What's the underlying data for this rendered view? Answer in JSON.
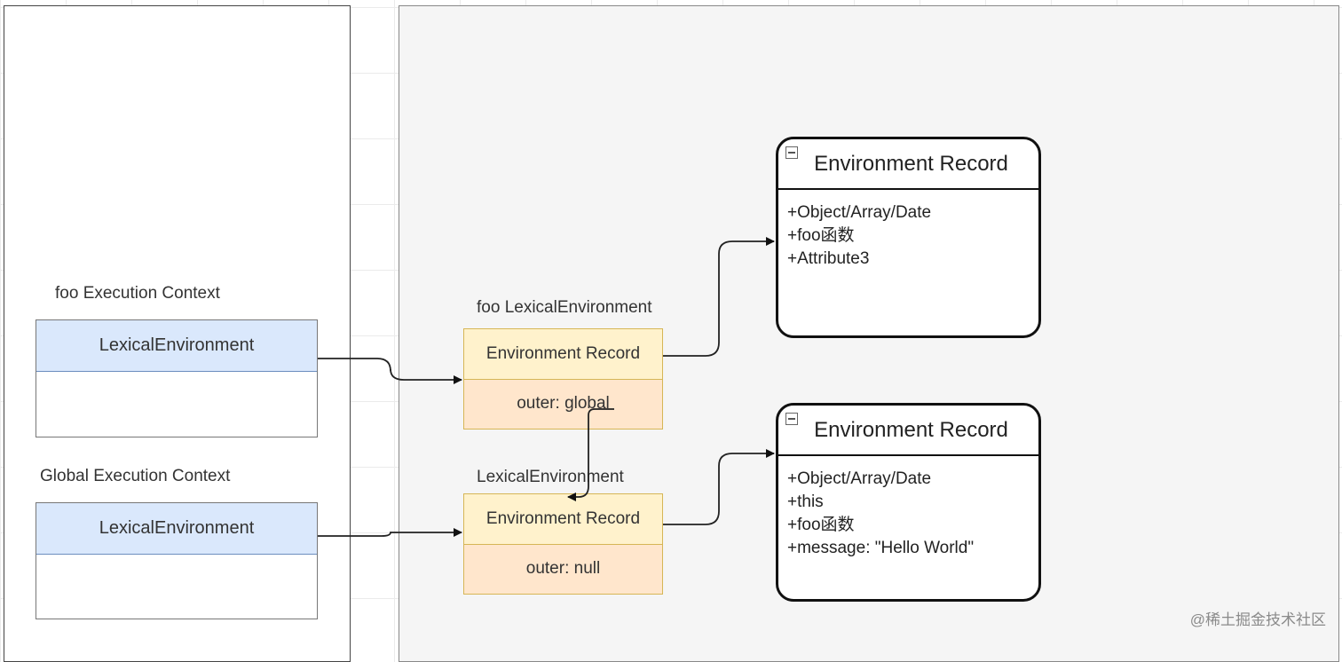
{
  "left_panel": {
    "foo_context": {
      "label": "foo Execution Context",
      "lexical_environment": "LexicalEnvironment"
    },
    "global_context": {
      "label": "Global Execution Context",
      "lexical_environment": "LexicalEnvironment"
    }
  },
  "right_panel": {
    "foo_lexical_environment": {
      "label": "foo LexicalEnvironment",
      "record": "Environment Record",
      "outer": "outer: global"
    },
    "global_lexical_environment": {
      "label": "LexicalEnvironment",
      "record": "Environment Record",
      "outer": "outer: null"
    },
    "foo_environment_record": {
      "title": "Environment Record",
      "items": [
        "+Object/Array/Date",
        "+foo函数",
        "+Attribute3"
      ]
    },
    "global_environment_record": {
      "title": "Environment Record",
      "items": [
        "+Object/Array/Date",
        "+this",
        "+foo函数",
        "+message: \"Hello World\""
      ]
    }
  },
  "watermark": "@稀土掘金技术社区",
  "colors": {
    "context_header_fill": "#dae8fc",
    "context_header_border": "#6c8ebf",
    "record_fill": "#fff2cc",
    "outer_fill": "#ffe6cc",
    "lexical_border": "#d6b656",
    "right_panel_bg": "#f5f5f5"
  }
}
